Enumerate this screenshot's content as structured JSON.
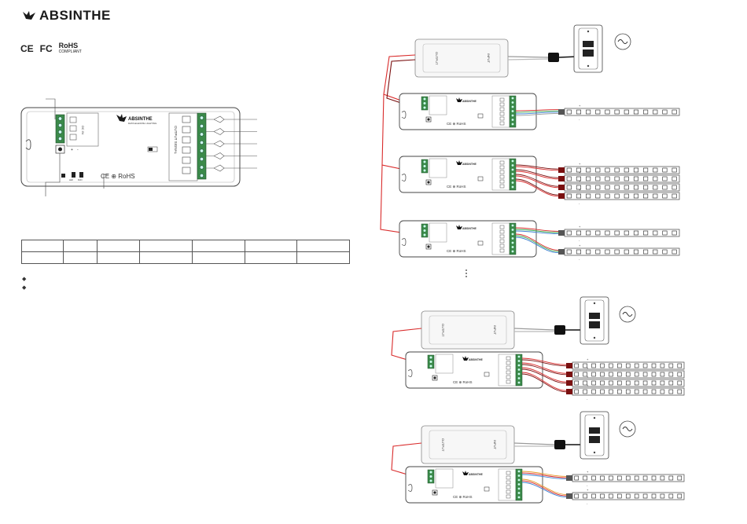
{
  "brand": {
    "name": "ABSINTHE",
    "tagline": "DATA ELEVATE LIGHTING",
    "logo_icon": "bird-icon"
  },
  "certifications": {
    "ce": "CE",
    "fc": "FC",
    "rohs": "RoHS",
    "rohs_sub": "COMPLIANT"
  },
  "product_diagram": {
    "input_label": "DC IN",
    "output_label": "OUTPUT SIGNAL",
    "cert_line": "CE ⊕ RoHS",
    "input_marks": [
      "+",
      "-"
    ],
    "bottom_small_labels": [
      "LED",
      "RUN"
    ]
  },
  "spec_table": {
    "column_widths": [
      52,
      42,
      53,
      66,
      66,
      65,
      66
    ],
    "rows": [
      [
        "",
        "",
        "",
        "",
        "",
        "",
        ""
      ],
      [
        "",
        "",
        "",
        "",
        "",
        "",
        ""
      ]
    ]
  },
  "bullets": [
    "◆",
    "◆"
  ],
  "wiring": {
    "power_supply_labels": [
      "OUTPUT",
      "INPUT"
    ],
    "unit_brand": "ABSINTHE",
    "unit_cert": "CE ⊕ RoHS",
    "strip_marks": [
      "+",
      "-"
    ],
    "wire_colors": {
      "red": "#d92b2b",
      "dark_red": "#7a1010",
      "green": "#3aa64a",
      "blue": "#3a7fd0",
      "orange": "#e69a2a",
      "gray": "#9a9a9a",
      "black": "#111111"
    }
  }
}
